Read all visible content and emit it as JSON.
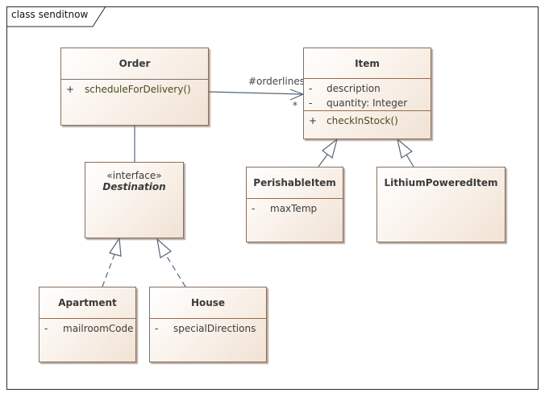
{
  "diagram": {
    "frame_label": "class senditnow",
    "classes": {
      "order": {
        "name": "Order",
        "operations": [
          {
            "vis": "+",
            "text": "scheduleForDelivery()"
          }
        ]
      },
      "item": {
        "name": "Item",
        "attributes": [
          {
            "vis": "-",
            "text": "description"
          },
          {
            "vis": "-",
            "text": "quantity: Integer"
          }
        ],
        "operations": [
          {
            "vis": "+",
            "text": "checkInStock()"
          }
        ]
      },
      "destination": {
        "stereotype": "«interface»",
        "name": "Destination"
      },
      "perishable_item": {
        "name": "PerishableItem",
        "attributes": [
          {
            "vis": "-",
            "text": "maxTemp"
          }
        ]
      },
      "lithium_powered_item": {
        "name": "LithiumPoweredItem"
      },
      "apartment": {
        "name": "Apartment",
        "attributes": [
          {
            "vis": "-",
            "text": "mailroomCode"
          }
        ]
      },
      "house": {
        "name": "House",
        "attributes": [
          {
            "vis": "-",
            "text": "specialDirections"
          }
        ]
      }
    },
    "association": {
      "role": "#orderlines",
      "multiplicity": "*"
    }
  },
  "colors": {
    "border": "#8a6f5a",
    "fill_light": "#ffffff",
    "fill_dark": "#f1e2d4",
    "line": "#556677"
  }
}
